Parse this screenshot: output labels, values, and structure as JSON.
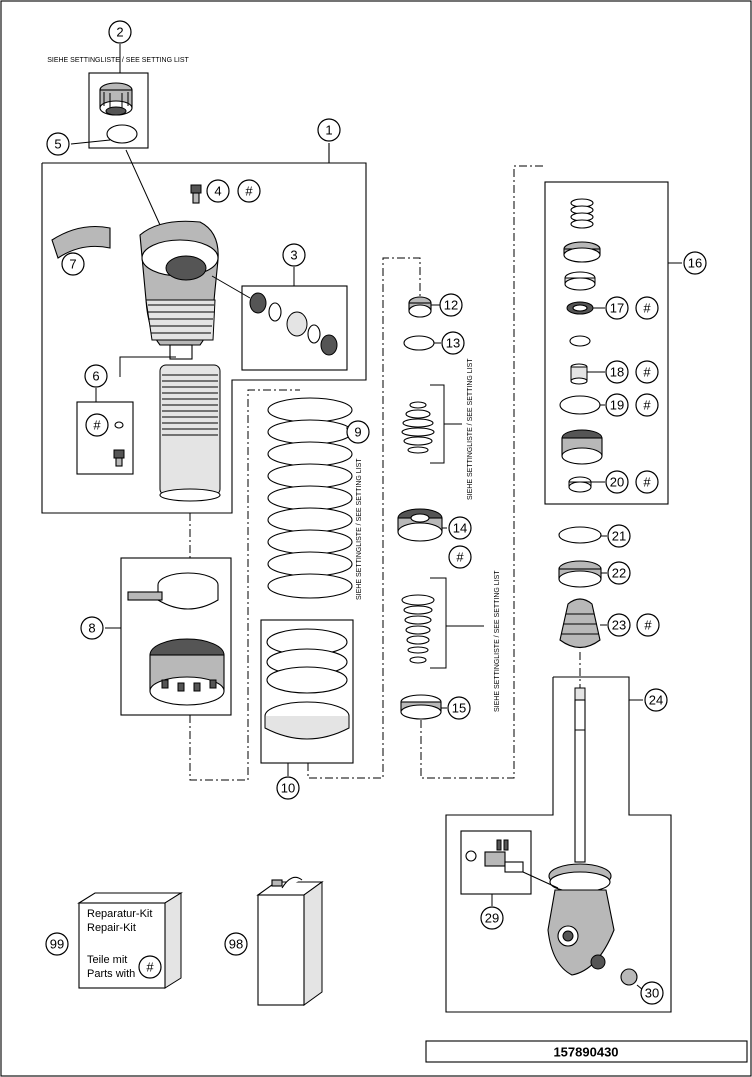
{
  "diagram": {
    "drawing_number": "157890430",
    "setting_note": "SIEHE SETTINGLISTE / SEE SETTING LIST",
    "setting_note_top": "SIEHE SETTINGLISTE / SEE SETTING LIST",
    "setting_note_9": "SIEHE SETTINGLISTE / SEE SETTING LIST",
    "setting_note_upper_stack": "SIEHE SETTINGLISTE / SEE SETTING LIST",
    "setting_note_lower_stack": "SIEHE SETTINGLISTE / SEE SETTING LIST",
    "hash_symbol": "#"
  },
  "callouts": [
    {
      "id": "c1",
      "label": "1"
    },
    {
      "id": "c2",
      "label": "2"
    },
    {
      "id": "c3",
      "label": "3"
    },
    {
      "id": "c4",
      "label": "4"
    },
    {
      "id": "c5",
      "label": "5"
    },
    {
      "id": "c6",
      "label": "6"
    },
    {
      "id": "c7",
      "label": "7"
    },
    {
      "id": "c8",
      "label": "8"
    },
    {
      "id": "c9",
      "label": "9"
    },
    {
      "id": "c10",
      "label": "10"
    },
    {
      "id": "c12",
      "label": "12"
    },
    {
      "id": "c13",
      "label": "13"
    },
    {
      "id": "c14",
      "label": "14"
    },
    {
      "id": "c15",
      "label": "15"
    },
    {
      "id": "c16",
      "label": "16"
    },
    {
      "id": "c17",
      "label": "17"
    },
    {
      "id": "c18",
      "label": "18"
    },
    {
      "id": "c19",
      "label": "19"
    },
    {
      "id": "c20",
      "label": "20"
    },
    {
      "id": "c21",
      "label": "21"
    },
    {
      "id": "c22",
      "label": "22"
    },
    {
      "id": "c23",
      "label": "23"
    },
    {
      "id": "c24",
      "label": "24"
    },
    {
      "id": "c29",
      "label": "29"
    },
    {
      "id": "c30",
      "label": "30"
    },
    {
      "id": "c98",
      "label": "98"
    },
    {
      "id": "c99",
      "label": "99"
    }
  ],
  "repair_kit": {
    "line1": "Reparatur-Kit",
    "line2": "Repair-Kit",
    "line3": "Teile mit",
    "line4": "Parts with"
  }
}
